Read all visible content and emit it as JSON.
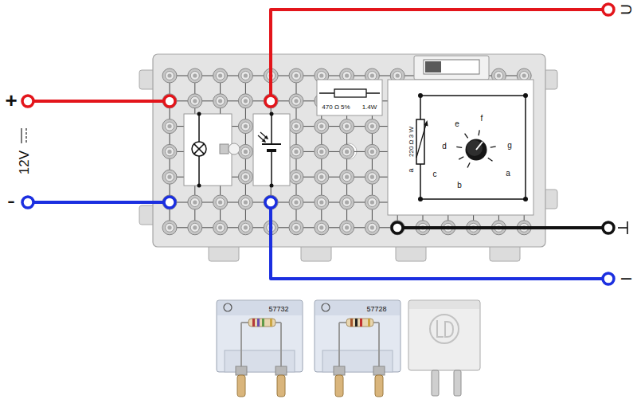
{
  "diagram": {
    "nodes": [
      {
        "text": [
          "470 Ω 5%",
          "1.4W"
        ]
      },
      {
        "text": [
          "220 Ω 3 W",
          "a",
          "d",
          "e",
          "f",
          "g",
          "a",
          "b",
          "c"
        ]
      },
      {
        "text": [
          "57732"
        ]
      },
      {
        "text": [
          "57728"
        ]
      }
    ],
    "labels": [
      "+",
      "12V",
      "-",
      "U",
      "I"
    ]
  }
}
